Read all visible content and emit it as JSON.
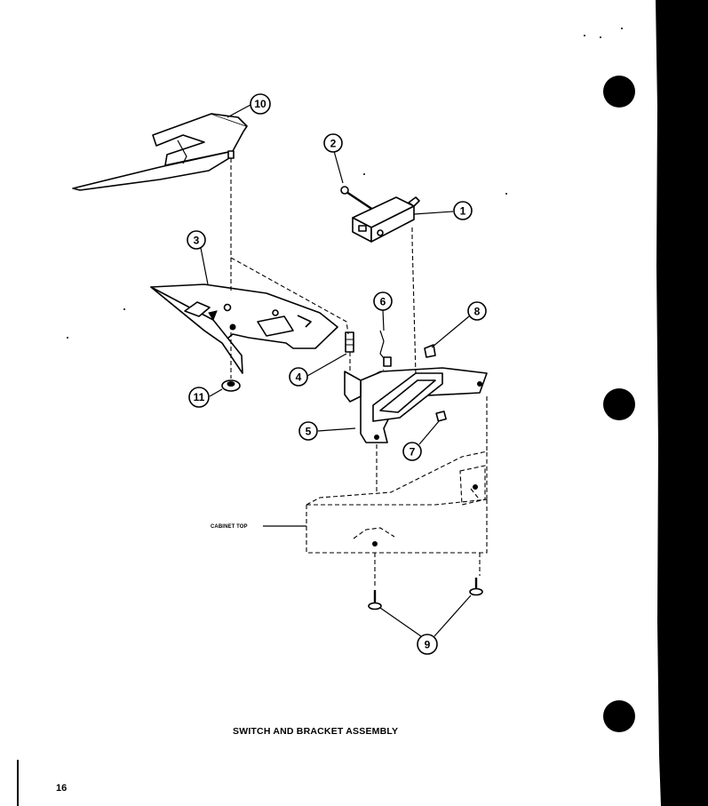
{
  "title": "SWITCH AND BRACKET ASSEMBLY",
  "page_number": "16",
  "cabinet_label": "CABINET TOP",
  "callouts": [
    "1",
    "2",
    "3",
    "4",
    "5",
    "6",
    "7",
    "8",
    "9",
    "10",
    "11"
  ]
}
